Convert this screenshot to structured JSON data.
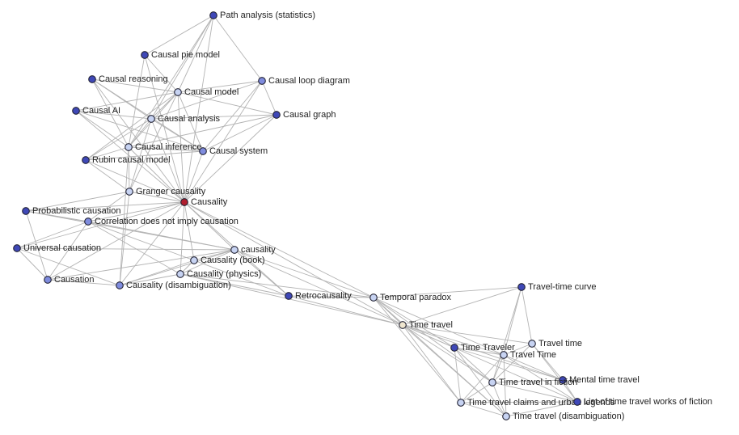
{
  "colors": {
    "dark": "#3f48b7",
    "medium": "#7f8cde",
    "light": "#c7d3f2",
    "hub": "#b01e2e",
    "tan": "#efe6cf",
    "edge": "#b3b3b3",
    "label": "#222222"
  },
  "nodes": [
    {
      "id": "path-analysis",
      "label": "Path analysis (statistics)",
      "shade": "dark"
    },
    {
      "id": "causal-pie-model",
      "label": "Causal pie model",
      "shade": "dark"
    },
    {
      "id": "causal-reasoning",
      "label": "Causal reasoning",
      "shade": "dark"
    },
    {
      "id": "causal-model",
      "label": "Causal model",
      "shade": "light"
    },
    {
      "id": "causal-loop-diagram",
      "label": "Causal loop diagram",
      "shade": "medium"
    },
    {
      "id": "causal-ai",
      "label": "Causal AI",
      "shade": "dark"
    },
    {
      "id": "causal-analysis",
      "label": "Causal analysis",
      "shade": "light"
    },
    {
      "id": "causal-graph",
      "label": "Causal graph",
      "shade": "dark"
    },
    {
      "id": "causal-inference",
      "label": "Causal inference",
      "shade": "light"
    },
    {
      "id": "causal-system",
      "label": "Causal system",
      "shade": "medium"
    },
    {
      "id": "rubin-causal-model",
      "label": "Rubin causal model",
      "shade": "dark"
    },
    {
      "id": "granger-causality",
      "label": "Granger causality",
      "shade": "light"
    },
    {
      "id": "causality",
      "label": "Causality",
      "shade": "hub"
    },
    {
      "id": "probabilistic-causation",
      "label": "Probabilistic causation",
      "shade": "dark"
    },
    {
      "id": "correlation-causation",
      "label": "Correlation does not imply causation",
      "shade": "medium"
    },
    {
      "id": "universal-causation",
      "label": "Universal causation",
      "shade": "dark"
    },
    {
      "id": "causality-lower",
      "label": "causality",
      "shade": "light"
    },
    {
      "id": "causality-book",
      "label": "Causality (book)",
      "shade": "light"
    },
    {
      "id": "causation",
      "label": "Causation",
      "shade": "medium"
    },
    {
      "id": "causality-physics",
      "label": "Causality (physics)",
      "shade": "light"
    },
    {
      "id": "causality-disambiguation",
      "label": "Causality (disambiguation)",
      "shade": "medium"
    },
    {
      "id": "retrocausality",
      "label": "Retrocausality",
      "shade": "dark"
    },
    {
      "id": "temporal-paradox",
      "label": "Temporal paradox",
      "shade": "light"
    },
    {
      "id": "travel-time-curve",
      "label": "Travel-time curve",
      "shade": "dark"
    },
    {
      "id": "time-travel",
      "label": "Time travel",
      "shade": "tan"
    },
    {
      "id": "travel-time",
      "label": "Travel time",
      "shade": "light"
    },
    {
      "id": "time-traveler",
      "label": "Time Traveler",
      "shade": "dark"
    },
    {
      "id": "travel-time-caps",
      "label": "Travel Time",
      "shade": "light"
    },
    {
      "id": "mental-time-travel",
      "label": "Mental time travel",
      "shade": "dark"
    },
    {
      "id": "time-travel-in-fiction",
      "label": "Time travel in fiction",
      "shade": "light"
    },
    {
      "id": "time-travel-claims",
      "label": "Time travel claims and urban legends",
      "shade": "light"
    },
    {
      "id": "list-of-time-travel-works",
      "label": "List of time travel works of fiction",
      "shade": "dark"
    },
    {
      "id": "time-travel-disambiguation",
      "label": "Time travel (disambiguation)",
      "shade": "light"
    }
  ],
  "edges": [
    [
      "causality",
      "path-analysis"
    ],
    [
      "causality",
      "causal-pie-model"
    ],
    [
      "causality",
      "causal-reasoning"
    ],
    [
      "causality",
      "causal-model"
    ],
    [
      "causality",
      "causal-loop-diagram"
    ],
    [
      "causality",
      "causal-ai"
    ],
    [
      "causality",
      "causal-analysis"
    ],
    [
      "causality",
      "causal-graph"
    ],
    [
      "causality",
      "causal-inference"
    ],
    [
      "causality",
      "causal-system"
    ],
    [
      "causality",
      "rubin-causal-model"
    ],
    [
      "causality",
      "granger-causality"
    ],
    [
      "causality",
      "probabilistic-causation"
    ],
    [
      "causality",
      "correlation-causation"
    ],
    [
      "causality",
      "universal-causation"
    ],
    [
      "causality",
      "causality-lower"
    ],
    [
      "causality",
      "causality-book"
    ],
    [
      "causality",
      "causation"
    ],
    [
      "causality",
      "causality-physics"
    ],
    [
      "causality",
      "causality-disambiguation"
    ],
    [
      "causality",
      "retrocausality"
    ],
    [
      "causality",
      "temporal-paradox"
    ],
    [
      "causality",
      "time-travel"
    ],
    [
      "path-analysis",
      "causal-inference"
    ],
    [
      "path-analysis",
      "causal-model"
    ],
    [
      "path-analysis",
      "causal-loop-diagram"
    ],
    [
      "path-analysis",
      "causal-analysis"
    ],
    [
      "path-analysis",
      "causal-pie-model"
    ],
    [
      "causal-pie-model",
      "causal-inference"
    ],
    [
      "causal-pie-model",
      "causal-model"
    ],
    [
      "causal-reasoning",
      "causal-model"
    ],
    [
      "causal-reasoning",
      "causal-inference"
    ],
    [
      "causal-reasoning",
      "causal-analysis"
    ],
    [
      "causal-reasoning",
      "causal-system"
    ],
    [
      "causal-model",
      "causal-ai"
    ],
    [
      "causal-model",
      "causal-analysis"
    ],
    [
      "causal-model",
      "causal-inference"
    ],
    [
      "causal-model",
      "causal-system"
    ],
    [
      "causal-model",
      "causal-loop-diagram"
    ],
    [
      "causal-model",
      "causal-graph"
    ],
    [
      "causal-model",
      "rubin-causal-model"
    ],
    [
      "causal-model",
      "granger-causality"
    ],
    [
      "causal-loop-diagram",
      "causal-graph"
    ],
    [
      "causal-loop-diagram",
      "causal-system"
    ],
    [
      "causal-loop-diagram",
      "causal-analysis"
    ],
    [
      "causal-ai",
      "causal-inference"
    ],
    [
      "causal-ai",
      "causal-analysis"
    ],
    [
      "causal-ai",
      "causal-system"
    ],
    [
      "causal-analysis",
      "causal-inference"
    ],
    [
      "causal-analysis",
      "rubin-causal-model"
    ],
    [
      "causal-analysis",
      "causal-graph"
    ],
    [
      "causal-analysis",
      "causal-system"
    ],
    [
      "causal-analysis",
      "granger-causality"
    ],
    [
      "causal-graph",
      "causal-inference"
    ],
    [
      "causal-graph",
      "causal-system"
    ],
    [
      "causal-inference",
      "rubin-causal-model"
    ],
    [
      "causal-inference",
      "causal-system"
    ],
    [
      "causal-inference",
      "granger-causality"
    ],
    [
      "causal-inference",
      "causality-disambiguation"
    ],
    [
      "rubin-causal-model",
      "causal-system"
    ],
    [
      "rubin-causal-model",
      "granger-causality"
    ],
    [
      "granger-causality",
      "probabilistic-causation"
    ],
    [
      "granger-causality",
      "correlation-causation"
    ],
    [
      "granger-causality",
      "causality-disambiguation"
    ],
    [
      "probabilistic-causation",
      "causation"
    ],
    [
      "probabilistic-causation",
      "correlation-causation"
    ],
    [
      "probabilistic-causation",
      "causality-lower"
    ],
    [
      "correlation-causation",
      "causation"
    ],
    [
      "correlation-causation",
      "universal-causation"
    ],
    [
      "correlation-causation",
      "causality-lower"
    ],
    [
      "correlation-causation",
      "causality-book"
    ],
    [
      "correlation-causation",
      "causality-physics"
    ],
    [
      "universal-causation",
      "causation"
    ],
    [
      "universal-causation",
      "causality-lower"
    ],
    [
      "universal-causation",
      "causality-disambiguation"
    ],
    [
      "causation",
      "causality-disambiguation"
    ],
    [
      "causation",
      "causality-lower"
    ],
    [
      "causality-lower",
      "causality-book"
    ],
    [
      "causality-lower",
      "causality-physics"
    ],
    [
      "causality-lower",
      "causality-disambiguation"
    ],
    [
      "causality-lower",
      "retrocausality"
    ],
    [
      "causality-lower",
      "temporal-paradox"
    ],
    [
      "causality-lower",
      "time-travel"
    ],
    [
      "causality-book",
      "causality-physics"
    ],
    [
      "causality-book",
      "causality-disambiguation"
    ],
    [
      "causality-book",
      "retrocausality"
    ],
    [
      "causality-physics",
      "causality-disambiguation"
    ],
    [
      "causality-physics",
      "retrocausality"
    ],
    [
      "causality-physics",
      "temporal-paradox"
    ],
    [
      "causality-physics",
      "time-travel"
    ],
    [
      "retrocausality",
      "temporal-paradox"
    ],
    [
      "retrocausality",
      "time-travel"
    ],
    [
      "temporal-paradox",
      "time-travel"
    ],
    [
      "temporal-paradox",
      "time-traveler"
    ],
    [
      "temporal-paradox",
      "travel-time-caps"
    ],
    [
      "temporal-paradox",
      "time-travel-in-fiction"
    ],
    [
      "temporal-paradox",
      "time-travel-claims"
    ],
    [
      "temporal-paradox",
      "time-travel-disambiguation"
    ],
    [
      "temporal-paradox",
      "travel-time-curve"
    ],
    [
      "travel-time-curve",
      "travel-time"
    ],
    [
      "travel-time-curve",
      "travel-time-caps"
    ],
    [
      "travel-time-curve",
      "time-travel"
    ],
    [
      "travel-time-curve",
      "time-travel-in-fiction"
    ],
    [
      "time-travel",
      "travel-time"
    ],
    [
      "time-travel",
      "time-traveler"
    ],
    [
      "time-travel",
      "travel-time-caps"
    ],
    [
      "time-travel",
      "mental-time-travel"
    ],
    [
      "time-travel",
      "time-travel-in-fiction"
    ],
    [
      "time-travel",
      "time-travel-claims"
    ],
    [
      "time-travel",
      "list-of-time-travel-works"
    ],
    [
      "time-travel",
      "time-travel-disambiguation"
    ],
    [
      "travel-time",
      "travel-time-caps"
    ],
    [
      "travel-time",
      "time-travel-in-fiction"
    ],
    [
      "travel-time",
      "mental-time-travel"
    ],
    [
      "travel-time",
      "list-of-time-travel-works"
    ],
    [
      "time-traveler",
      "travel-time-caps"
    ],
    [
      "time-traveler",
      "time-travel-in-fiction"
    ],
    [
      "time-traveler",
      "time-travel-claims"
    ],
    [
      "time-traveler",
      "time-travel-disambiguation"
    ],
    [
      "time-traveler",
      "mental-time-travel"
    ],
    [
      "travel-time-caps",
      "time-travel-in-fiction"
    ],
    [
      "travel-time-caps",
      "mental-time-travel"
    ],
    [
      "travel-time-caps",
      "list-of-time-travel-works"
    ],
    [
      "travel-time-caps",
      "time-travel-claims"
    ],
    [
      "travel-time-caps",
      "time-travel-disambiguation"
    ],
    [
      "mental-time-travel",
      "time-travel-in-fiction"
    ],
    [
      "mental-time-travel",
      "list-of-time-travel-works"
    ],
    [
      "time-travel-in-fiction",
      "time-travel-claims"
    ],
    [
      "time-travel-in-fiction",
      "list-of-time-travel-works"
    ],
    [
      "time-travel-in-fiction",
      "time-travel-disambiguation"
    ],
    [
      "time-travel-claims",
      "time-travel-disambiguation"
    ],
    [
      "time-travel-claims",
      "list-of-time-travel-works"
    ],
    [
      "list-of-time-travel-works",
      "time-travel-disambiguation"
    ]
  ]
}
